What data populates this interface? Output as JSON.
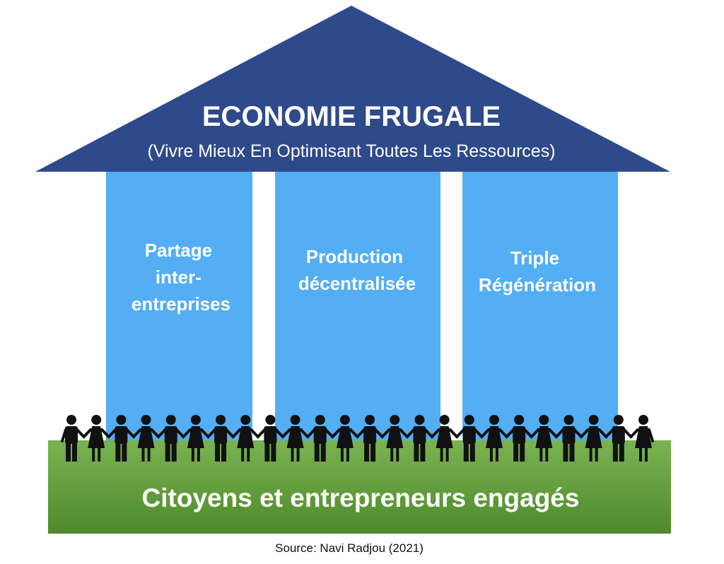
{
  "roof": {
    "title": "ECONOMIE FRUGALE",
    "subtitle": "(Vivre Mieux En Optimisant Toutes Les Ressources)",
    "color": "#2f4a8a"
  },
  "pillars": [
    {
      "lines": [
        "Partage",
        "inter-",
        "entreprises"
      ]
    },
    {
      "lines": [
        "Production",
        "décentralisée"
      ]
    },
    {
      "lines": [
        "Triple",
        "Régénération"
      ]
    }
  ],
  "pillar_color": "#53aef4",
  "people": {
    "icon": "holding-hands-people-icon",
    "count": 24,
    "color": "#111111"
  },
  "ground": {
    "label": "Citoyens et entrepreneurs engagés",
    "color_top": "#7ab352",
    "color_bottom": "#4e8a2b"
  },
  "source": "Source: Navi Radjou (2021)"
}
